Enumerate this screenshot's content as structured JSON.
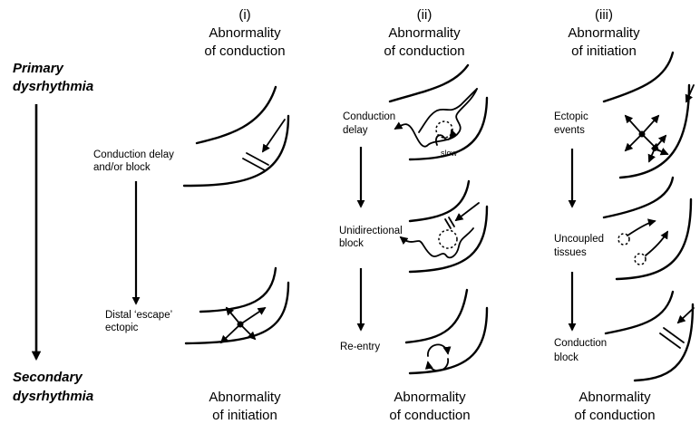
{
  "left": {
    "primary_line1": "Primary",
    "primary_line2": "dysrhythmia",
    "secondary_line1": "Secondary",
    "secondary_line2": "dysrhythmia"
  },
  "columns": [
    {
      "numeral": "(i)",
      "top_line1": "Abnormality",
      "top_line2": "of conduction",
      "bottom_line1": "Abnormality",
      "bottom_line2": "of initiation",
      "steps": [
        {
          "line1": "Conduction delay",
          "line2": "and/or block"
        },
        {
          "line1": "Distal ‘escape’",
          "line2": "ectopic"
        }
      ]
    },
    {
      "numeral": "(ii)",
      "top_line1": "Abnormality",
      "top_line2": "of conduction",
      "bottom_line1": "Abnormality",
      "bottom_line2": "of conduction",
      "steps": [
        {
          "line1": "Conduction",
          "line2": "delay"
        },
        {
          "line1": "Unidirectional",
          "line2": "block"
        },
        {
          "line1": "Re-entry",
          "line2": ""
        }
      ],
      "slow_label": "slow"
    },
    {
      "numeral": "(iii)",
      "top_line1": "Abnormality",
      "top_line2": "of initiation",
      "bottom_line1": "Abnormality",
      "bottom_line2": "of conduction",
      "steps": [
        {
          "line1": "Ectopic",
          "line2": "events"
        },
        {
          "line1": "Uncoupled",
          "line2": "tissues"
        },
        {
          "line1": "Conduction",
          "line2": "block"
        }
      ]
    }
  ]
}
